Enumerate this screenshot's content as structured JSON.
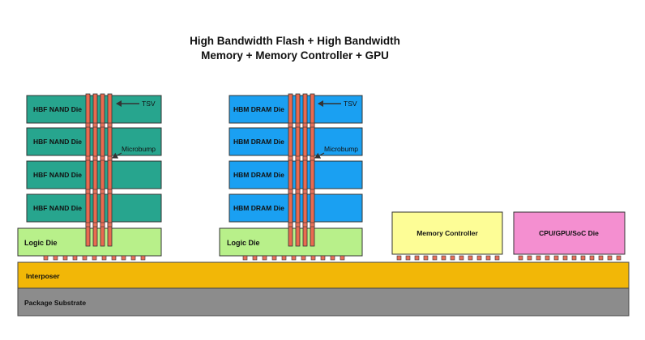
{
  "title": {
    "line1": "High Bandwidth Flash + High Bandwidth",
    "line2": "Memory + Memory Controller + GPU"
  },
  "stacks": [
    {
      "name": "hbf",
      "die_label": "HBF NAND Die",
      "die_count": 4,
      "die_color": "#27a58e",
      "logic_label": "Logic Die",
      "logic_color": "#b8f08a",
      "tsv_label": "TSV",
      "microbump_label": "Microbump"
    },
    {
      "name": "hbm",
      "die_label": "HBM DRAM Die",
      "die_count": 4,
      "die_color": "#1aa0f2",
      "logic_label": "Logic Die",
      "logic_color": "#b8f08a",
      "tsv_label": "TSV",
      "microbump_label": "Microbump"
    }
  ],
  "memory_controller": {
    "label": "Memory Controller",
    "color": "#fdfd96"
  },
  "soc": {
    "label": "CPU/GPU/SoC Die",
    "color": "#f48fd0"
  },
  "interposer": {
    "label": "Interposer",
    "color": "#f2b707"
  },
  "substrate": {
    "label": "Package Substrate",
    "color": "#8c8c8c"
  },
  "colors": {
    "tsv": "#e96a50",
    "bump": "#e9705a",
    "arrow": "#333333"
  }
}
